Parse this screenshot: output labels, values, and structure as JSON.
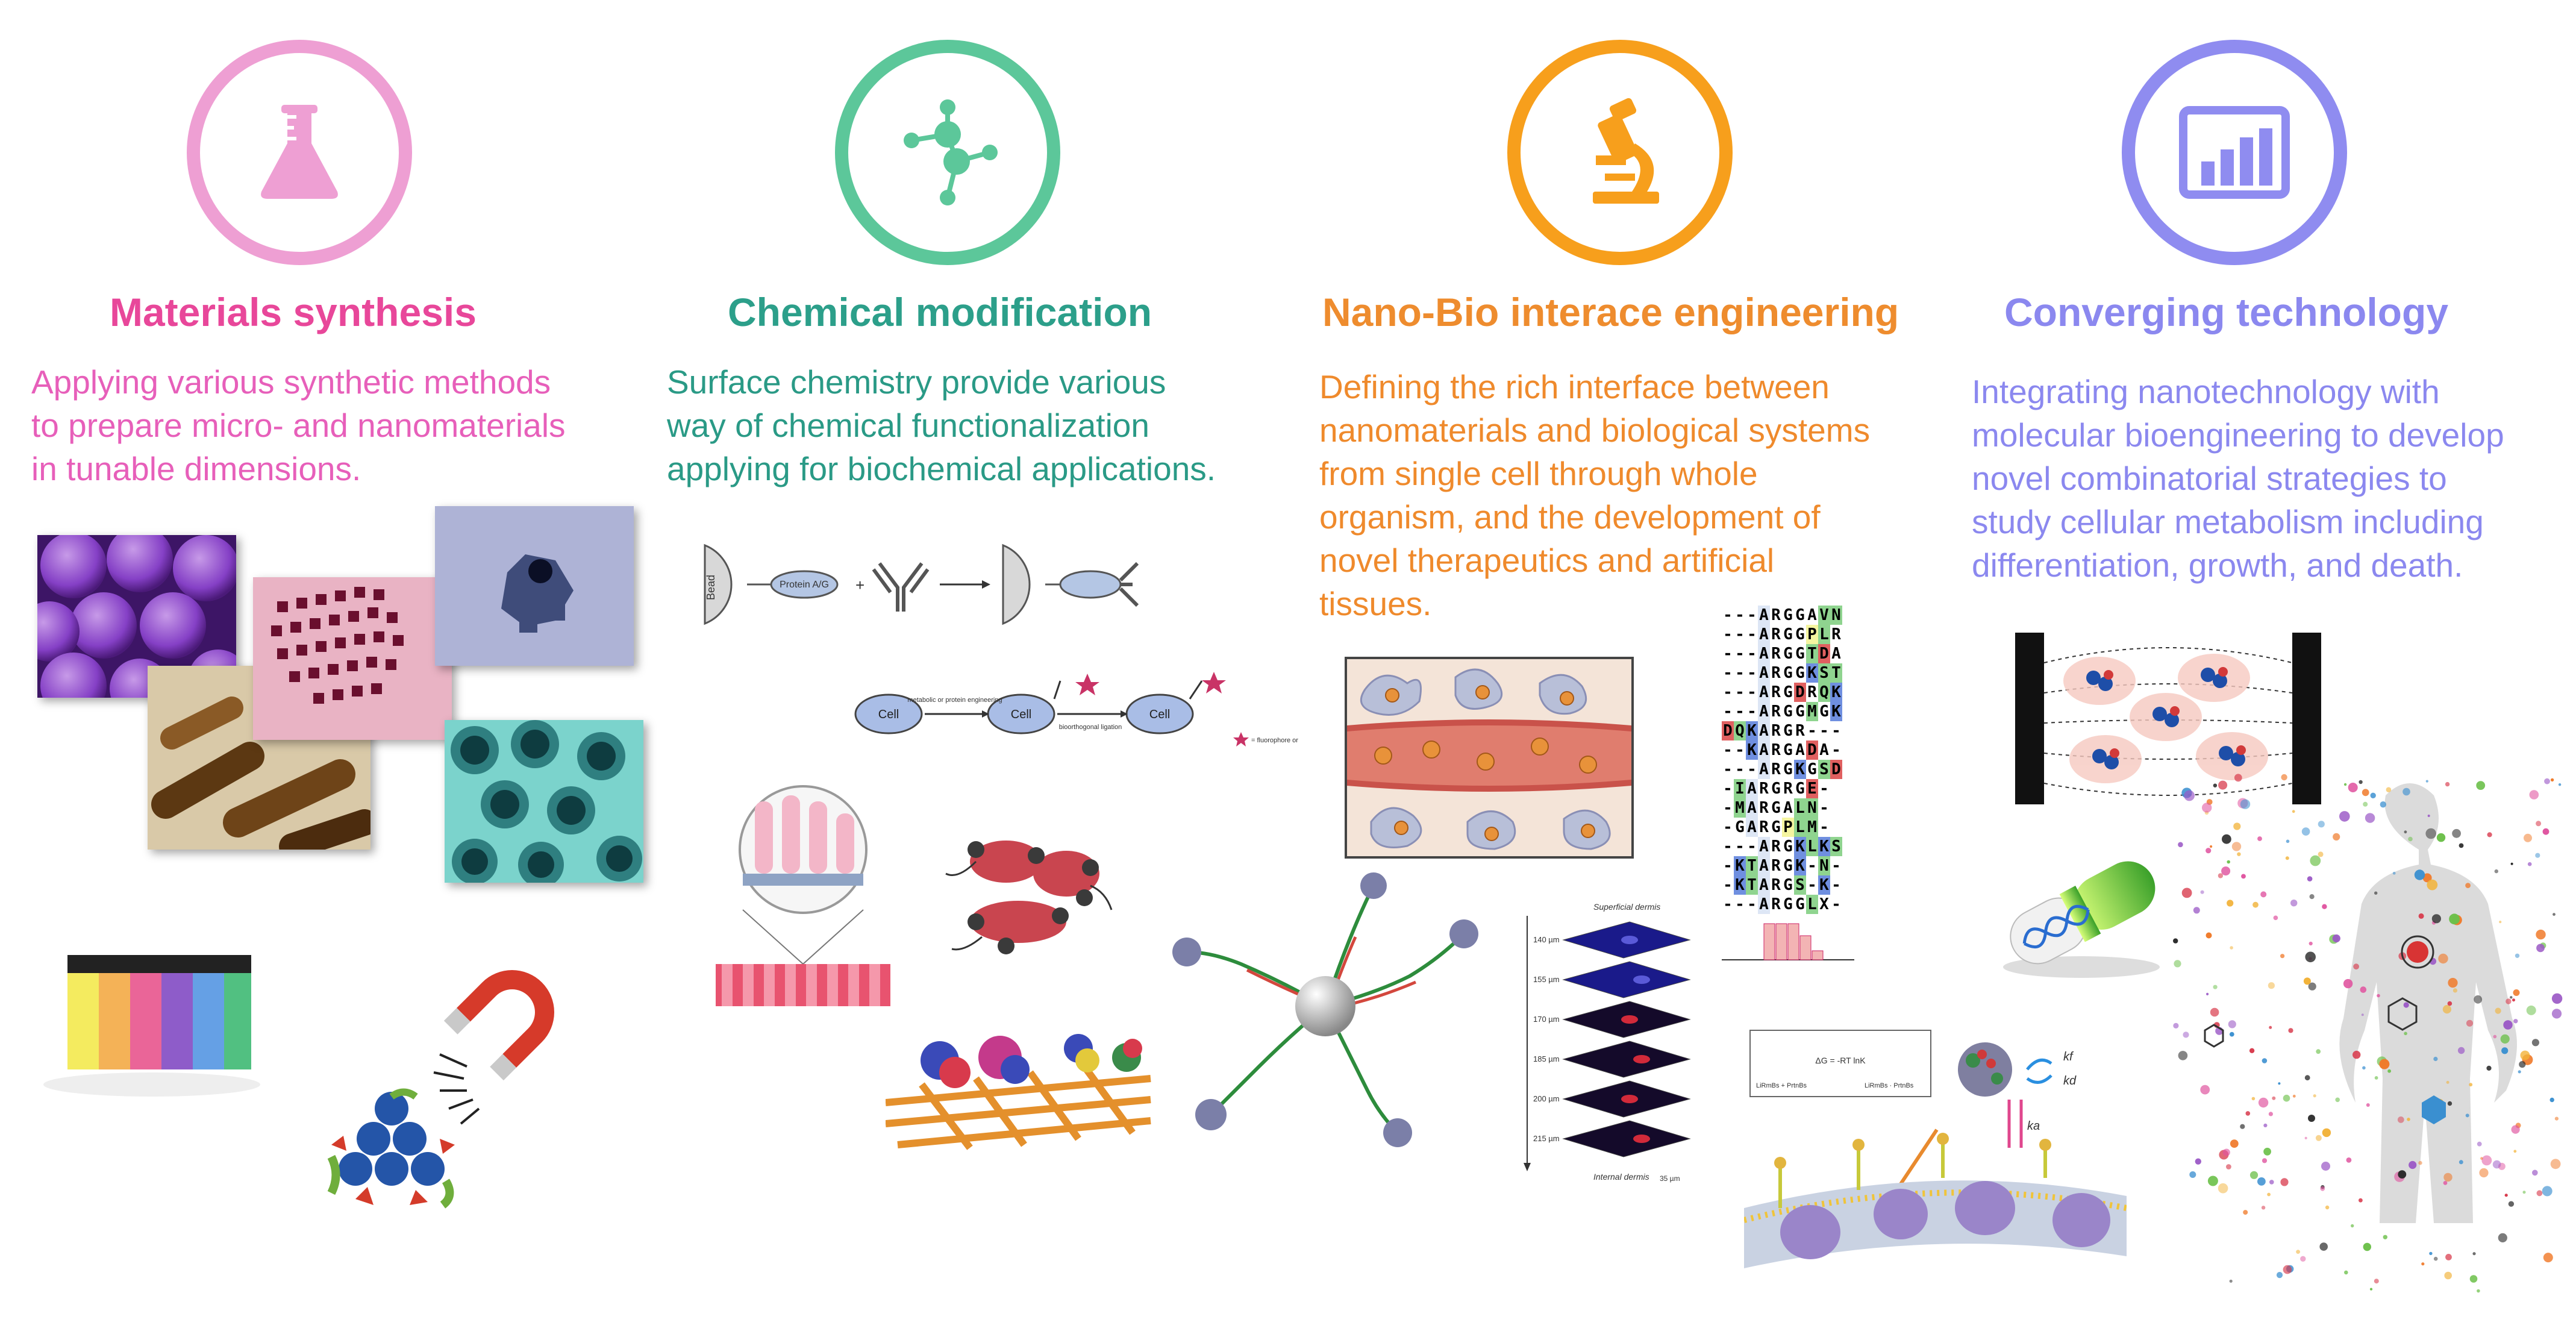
{
  "colors": {
    "materials": "#e8479a",
    "materials_ring": "#ee9fd3",
    "chemical": "#2c9f8a",
    "chemical_ring": "#5cc79a",
    "nanobio": "#ee8c2e",
    "nanobio_ring": "#f79f1c",
    "converging": "#8b88ef",
    "converging_ring": "#8f8cf0"
  },
  "columns": [
    {
      "icon": "flask-icon",
      "title": "Materials synthesis",
      "description": [
        "Applying various synthetic methods",
        "to prepare micro- and nanomaterials",
        "in tunable dimensions."
      ]
    },
    {
      "icon": "molecule-icon",
      "title": "Chemical modification",
      "description": [
        "Surface chemistry provide various",
        "way of chemical functionalization",
        "applying for biochemical applications."
      ]
    },
    {
      "icon": "microscope-icon",
      "title": "Nano-Bio interace engineering",
      "description": [
        "Defining the rich interface between",
        "nanomaterials and biological systems",
        "from single cell through whole",
        "organism, and the development of",
        "novel therapeutics and artificial",
        "tissues."
      ]
    },
    {
      "icon": "bar-chart-icon",
      "title": "Converging technology",
      "description": [
        "Integrating nanotechnology with",
        "molecular bioengineering to develop",
        "novel combinatorial strategies to",
        "study cellular metabolism including",
        "differentiation, growth, and death."
      ]
    }
  ],
  "figures": {
    "antibody_scheme": {
      "bead": "Bead",
      "protein": "Protein A/G"
    },
    "cell_scheme": {
      "cell": "Cell",
      "step1": "metabolic or protein engineering",
      "step2": "bioorthogonal ligation",
      "legend": "= fluorophore or affinity probe"
    },
    "sequence_rows": [
      "---ARGGAVN",
      "---ARGGPLR",
      "---ARGGTDA",
      "---ARGGKST",
      "---ARGDRQK",
      "---ARGGMGK",
      "DQKARGR---",
      "--KARGADA-",
      "---ARGKGSD",
      "-IARGRGE-",
      "-MARGALN-",
      "-GARGPLM-",
      "---ARGKLKS",
      "-KTARGK-N-",
      "-KTARGS-K-",
      "---ARGGLX-"
    ],
    "depth_stack": {
      "top_label": "Superficial dermis",
      "bottom_label": "Internal dermis",
      "depths": [
        "140 µm",
        "155 µm",
        "170 µm",
        "185 µm",
        "200 µm",
        "215 µm"
      ],
      "scale": "35 µm"
    },
    "membrane_scheme": {
      "kf": "kf",
      "kd": "kd",
      "ka": "ka",
      "equation": "ΔG = -RT lnK",
      "left_eq": "LiRmBs + PrtnBs",
      "right_eq": "LiRmBs · PrtnBs"
    }
  }
}
